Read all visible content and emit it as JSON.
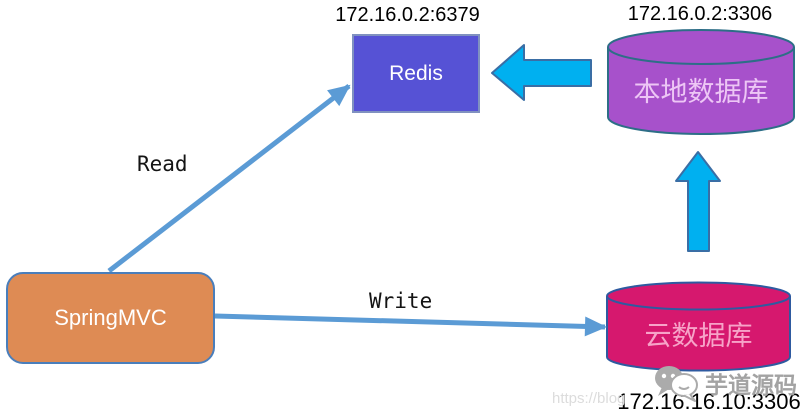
{
  "diagram": {
    "redis": {
      "label": "Redis",
      "ip": "172.16.0.2:6379",
      "fill": "#5652d5",
      "border": "#8091c0"
    },
    "springmvc": {
      "label": "SpringMVC",
      "fill": "#de8b54",
      "border": "#4a7ebb"
    },
    "local_db": {
      "label": "本地数据库",
      "ip": "172.16.0.2:3306",
      "fill": "#a751cb",
      "stroke": "#2d6e87",
      "text_color": "#edc6f5"
    },
    "cloud_db": {
      "label": "云数据库",
      "ip": "172.16.16.10:3306",
      "fill": "#d6186e",
      "stroke": "#2e5aa0",
      "text_color": "#f7a3c8"
    },
    "edges": {
      "read_label": "Read",
      "write_label": "Write"
    },
    "colors": {
      "thin_arrow": "#5b9bd5",
      "block_arrow_fill": "#00b0f0",
      "block_arrow_stroke": "#3a6ea5"
    }
  },
  "watermark": {
    "brand": "芋道源码",
    "url_fragment": "https://blog"
  }
}
